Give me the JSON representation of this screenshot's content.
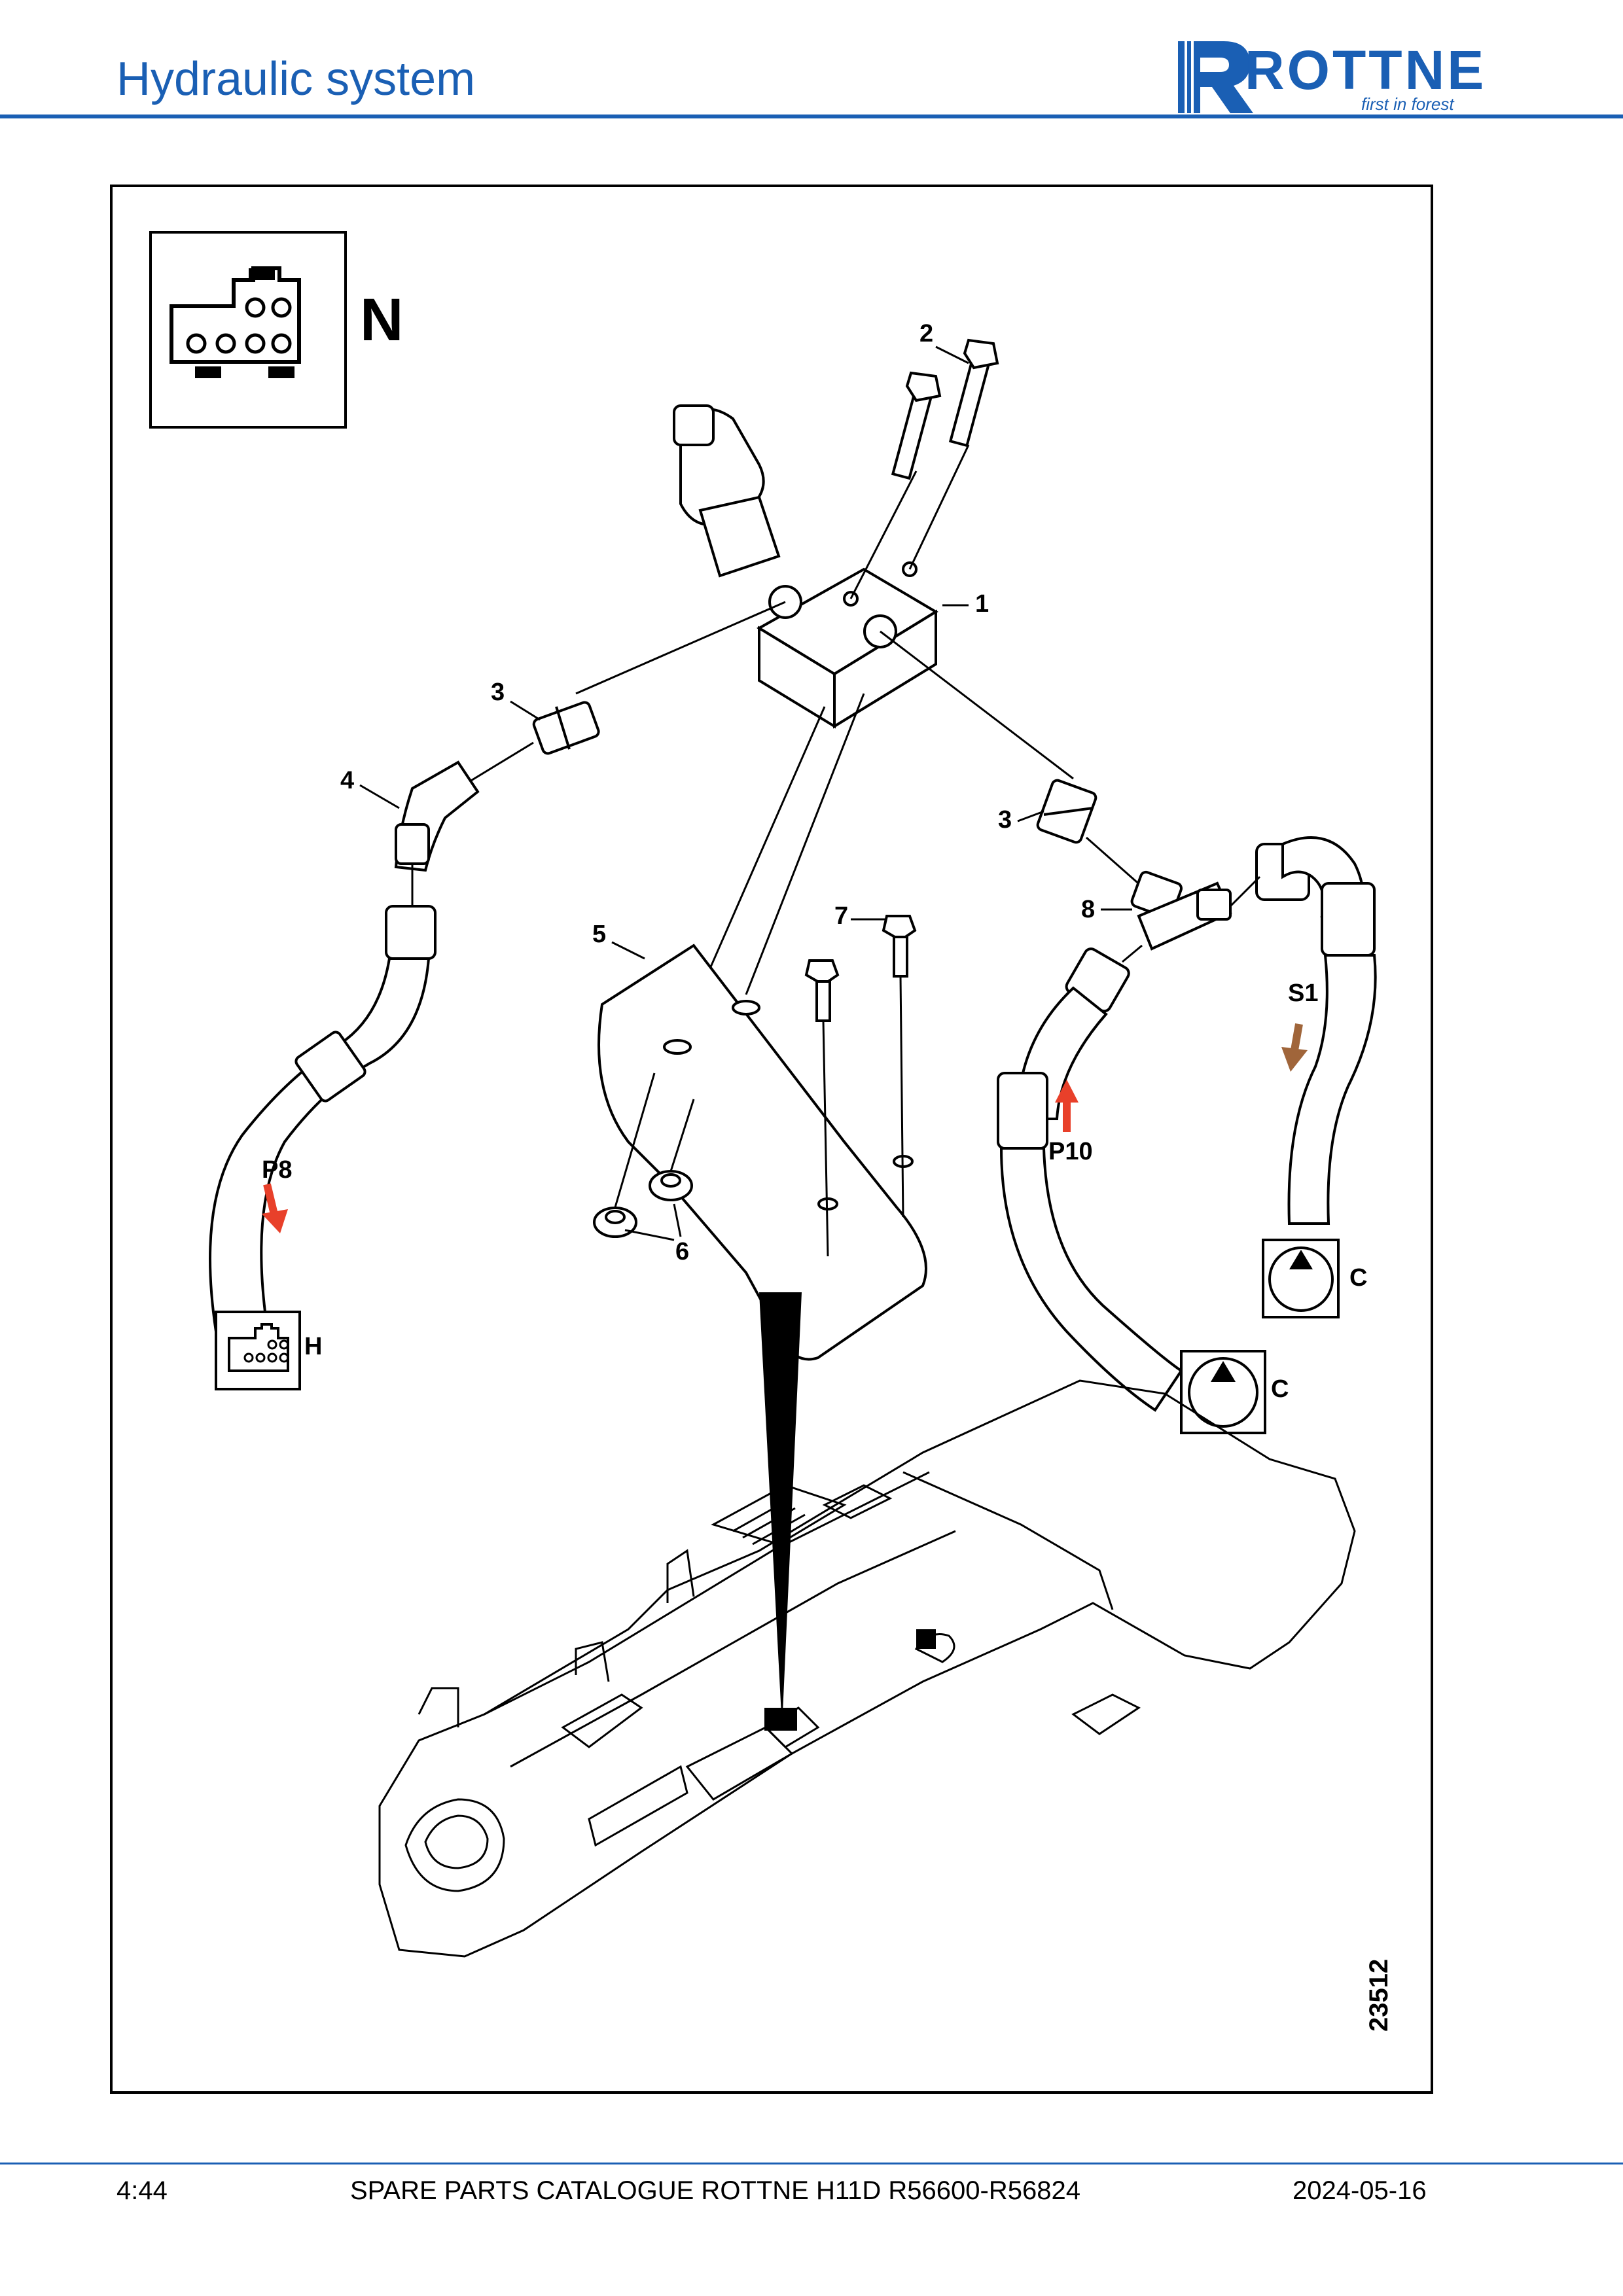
{
  "header": {
    "title": "Hydraulic system",
    "brand": "ROTTNE",
    "tagline": "first in forest",
    "brand_color": "#1a5fb4"
  },
  "diagram": {
    "connector_label": "N",
    "drawing_number": "23512",
    "callouts": {
      "c1": "1",
      "c2": "2",
      "c3a": "3",
      "c3b": "3",
      "c4": "4",
      "c5": "5",
      "c6": "6",
      "c7": "7",
      "c8": "8"
    },
    "hose_labels": {
      "p8": "P8",
      "p10": "P10",
      "s1": "S1",
      "h": "H",
      "c_a": "C",
      "c_b": "C"
    },
    "arrow_colors": {
      "pressure": "#e8402a",
      "return": "#a0653a"
    },
    "icons": [
      "connector-icon",
      "pump-icon",
      "arrow-icon"
    ]
  },
  "footer": {
    "page": "4:44",
    "catalogue": "SPARE PARTS CATALOGUE ROTTNE H11D R56600-R56824",
    "date": "2024-05-16"
  }
}
